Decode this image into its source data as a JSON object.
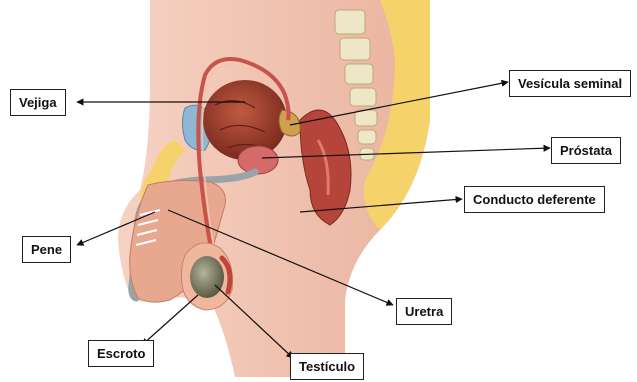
{
  "diagram": {
    "labels": {
      "vejiga": "Vejiga",
      "vesicula_seminal": "Vesícula seminal",
      "prostata": "Próstata",
      "conducto_deferente": "Conducto deferente",
      "pene": "Pene",
      "uretra": "Uretra",
      "escroto": "Escroto",
      "testiculo": "Testículo"
    },
    "colors": {
      "skin": "#f2c3b0",
      "skin_dark": "#e8a890",
      "fat": "#f6d36a",
      "bladder": "#9c3b2c",
      "prostate": "#d46a6a",
      "vessel": "#c8534a",
      "spine": "#efe6c8",
      "testis": "#8a8a6a",
      "urethra_gray": "#9aa3a8",
      "pubic_blue": "#8fb6d2",
      "rectum": "#b5443a",
      "leader": "#111111"
    }
  }
}
